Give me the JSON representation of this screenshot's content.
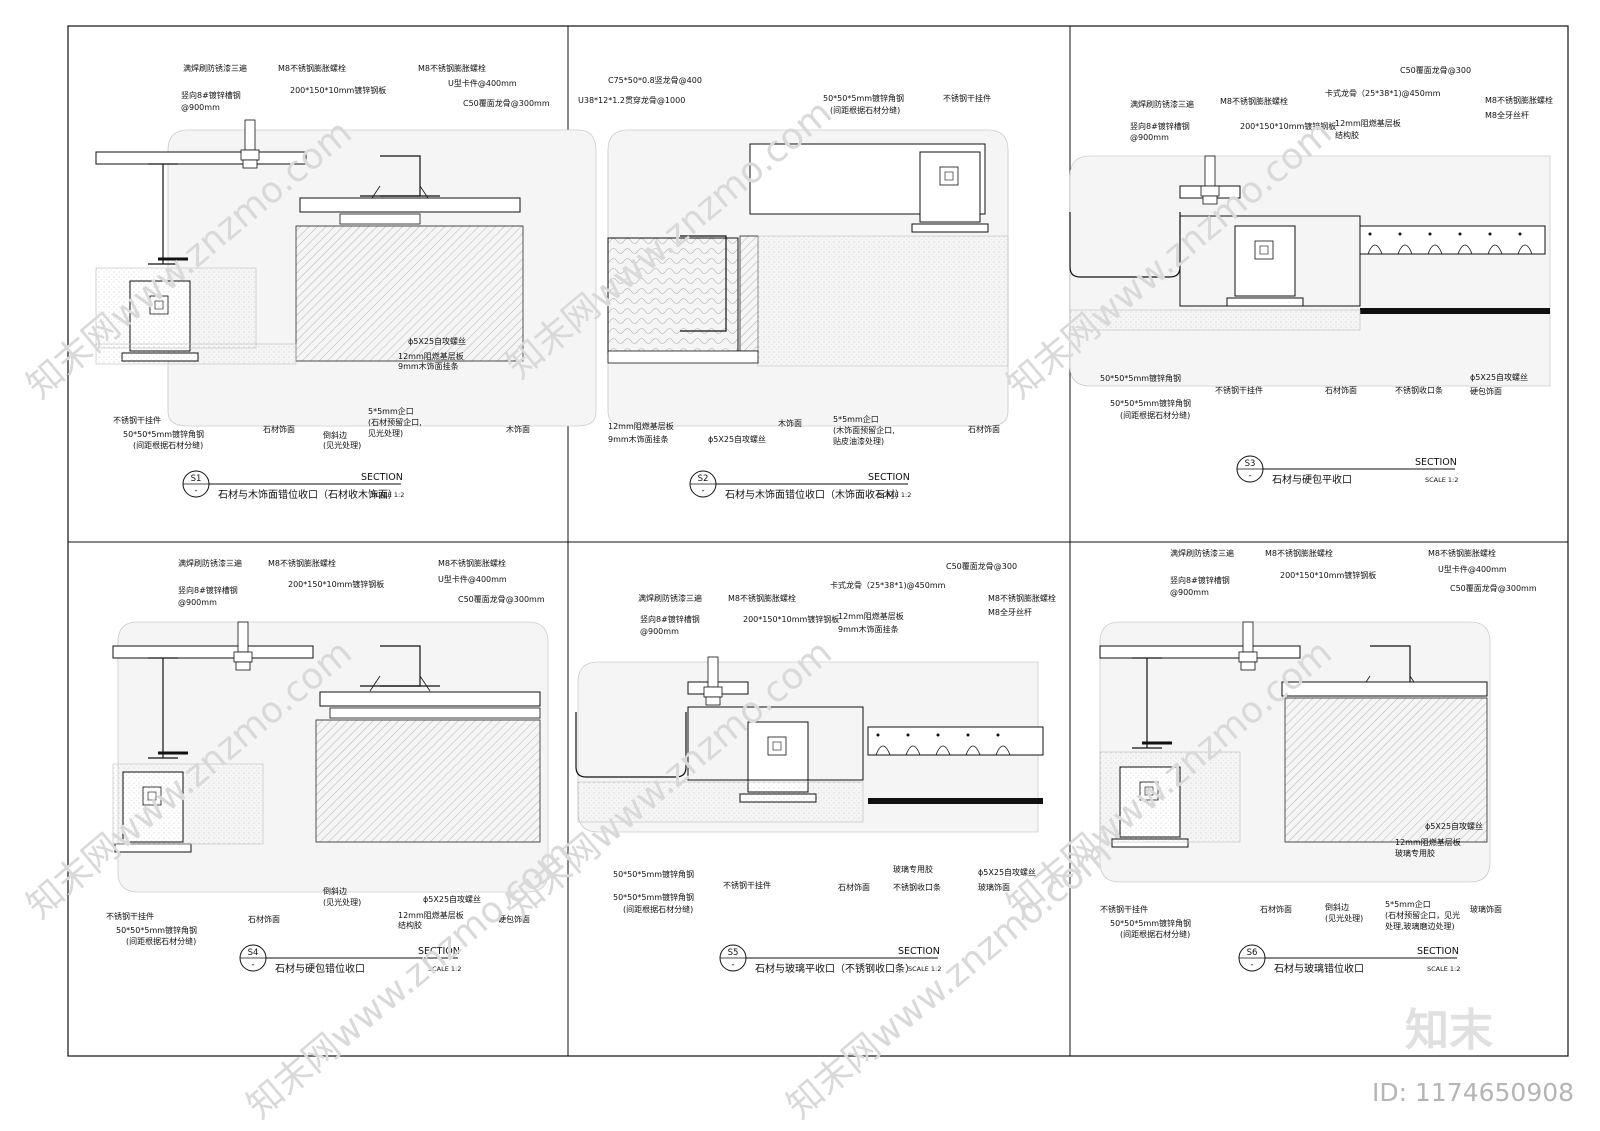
{
  "panels": [
    {
      "tag": "S1",
      "heading": "SECTION",
      "title": "石材与木饰面错位收口（石材收木饰面）",
      "scale": "SCALE 1:2",
      "labels": [
        "满焊刷防锈漆三遍",
        "M8不锈钢膨胀螺栓",
        "竖向8#镀锌槽钢",
        "@900mm",
        "200*150*10mm镀锌钢板",
        "M8不锈钢膨胀螺栓",
        "U型卡件@400mm",
        "C50覆面龙骨@300mm",
        "ϕ5X25自攻螺丝",
        "12mm阻燃基层板",
        "9mm木饰面挂条",
        "5*5mm企口",
        "(石材预留企口,",
        "见光处理)",
        "倒斜边",
        "(见光处理)",
        "石材饰面",
        "木饰面",
        "不锈钢干挂件",
        "50*50*5mm镀锌角钢",
        "(间距根据石材分缝)"
      ]
    },
    {
      "tag": "S2",
      "heading": "SECTION",
      "title": "石材与木饰面错位收口（木饰面收石材）",
      "scale": "SCALE 1:2",
      "labels": [
        "C75*50*0.8竖龙骨@400",
        "U38*12*1.2贯穿龙骨@1000",
        "50*50*5mm镀锌角钢",
        "(间距根据石材分缝)",
        "不锈钢干挂件",
        "12mm阻燃基层板",
        "9mm木饰面挂条",
        "ϕ5X25自攻螺丝",
        "木饰面",
        "5*5mm企口",
        "(木饰面预留企口,",
        "贴皮油漆处理)",
        "石材饰面"
      ]
    },
    {
      "tag": "S3",
      "heading": "SECTION",
      "title": "石材与硬包平收口",
      "scale": "SCALE 1:2",
      "labels": [
        "C50覆面龙骨@300",
        "满焊刷防锈漆三遍",
        "M8不锈钢膨胀螺栓",
        "卡式龙骨（25*38*1)@450mm",
        "M8不锈钢膨胀螺栓",
        "竖向8#镀锌槽钢",
        "@900mm",
        "200*150*10mm镀锌钢板",
        "12mm阻燃基层板",
        "结构胶",
        "M8全牙丝杆",
        "50*50*5mm镀锌角钢",
        "50*50*5mm镀锌角钢",
        "(间距根据石材分缝)",
        "不锈钢干挂件",
        "石材饰面",
        "不锈钢收口条",
        "ϕ5X25自攻螺丝",
        "硬包饰面"
      ]
    },
    {
      "tag": "S4",
      "heading": "SECTION",
      "title": "石材与硬包错位收口",
      "scale": "SCALE 1:2",
      "labels": [
        "满焊刷防锈漆三遍",
        "M8不锈钢膨胀螺栓",
        "竖向8#镀锌槽钢",
        "@900mm",
        "200*150*10mm镀锌钢板",
        "M8不锈钢膨胀螺栓",
        "U型卡件@400mm",
        "C50覆面龙骨@300mm",
        "ϕ5X25自攻螺丝",
        "12mm阻燃基层板",
        "结构胶",
        "倒斜边",
        "(见光处理)",
        "石材饰面",
        "硬包饰面",
        "不锈钢干挂件",
        "50*50*5mm镀锌角钢",
        "(间距根据石材分缝)"
      ]
    },
    {
      "tag": "S5",
      "heading": "SECTION",
      "title": "石材与玻璃平收口（不锈钢收口条）",
      "scale": "SCALE 1:2",
      "labels": [
        "C50覆面龙骨@300",
        "卡式龙骨（25*38*1)@450mm",
        "满焊刷防锈漆三遍",
        "M8不锈钢膨胀螺栓",
        "竖向8#镀锌槽钢",
        "@900mm",
        "200*150*10mm镀锌钢板",
        "12mm阻燃基层板",
        "9mm木饰面挂条",
        "M8不锈钢膨胀螺栓",
        "M8全牙丝杆",
        "50*50*5mm镀锌角钢",
        "50*50*5mm镀锌角钢",
        "(间距根据石材分缝)",
        "不锈钢干挂件",
        "石材饰面",
        "玻璃专用胶",
        "不锈钢收口条",
        "ϕ5X25自攻螺丝",
        "玻璃饰面"
      ]
    },
    {
      "tag": "S6",
      "heading": "SECTION",
      "title": "石材与玻璃错位收口",
      "scale": "SCALE 1:2",
      "labels": [
        "满焊刷防锈漆三遍",
        "M8不锈钢膨胀螺栓",
        "竖向8#镀锌槽钢",
        "@900mm",
        "200*150*10mm镀锌钢板",
        "M8不锈钢膨胀螺栓",
        "U型卡件@400mm",
        "C50覆面龙骨@300mm",
        "ϕ5X25自攻螺丝",
        "12mm阻燃基层板",
        "玻璃专用胶",
        "5*5mm企口",
        "(石材预留企口，见光",
        "处理,玻璃磨边处理)",
        "倒斜边",
        "(见光处理)",
        "石材饰面",
        "玻璃饰面",
        "不锈钢干挂件",
        "50*50*5mm镀锌角钢",
        "(间距根据石材分缝)"
      ]
    }
  ],
  "panel_subtag": "-",
  "watermark": {
    "text": "知末网www.znzmo.com",
    "logo": "知末",
    "id": "ID: 1174650908"
  }
}
